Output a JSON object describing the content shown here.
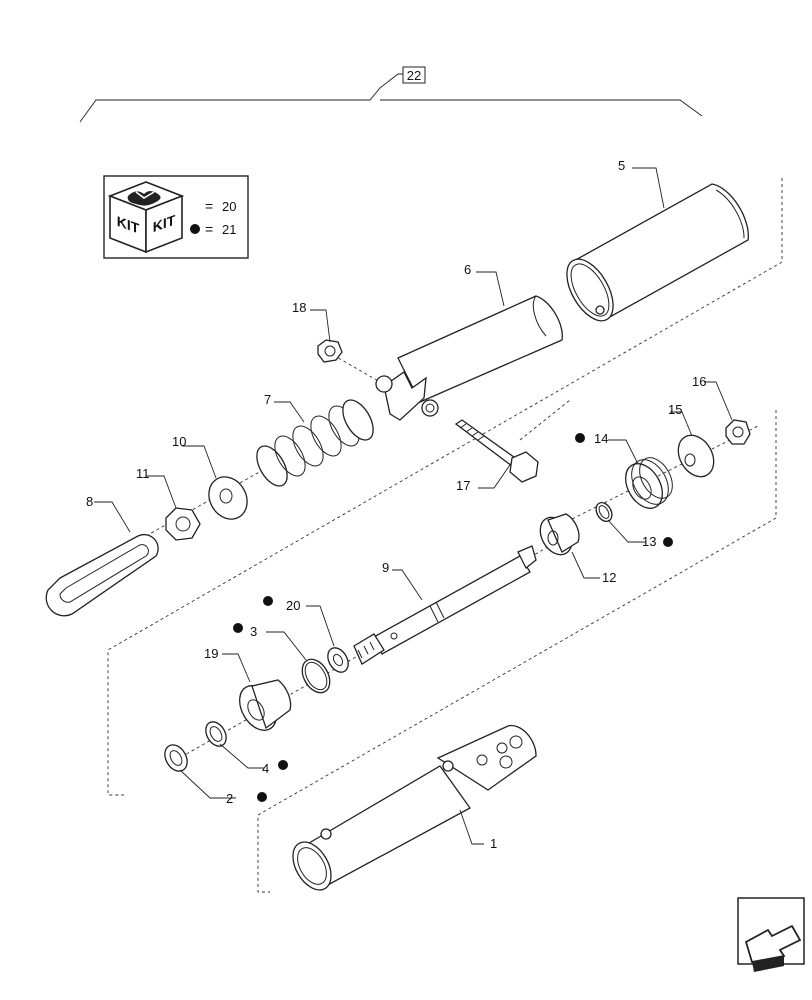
{
  "assembly_callout": "22",
  "kit_legend": {
    "kit_icon_labels": [
      "KIT",
      "KIT"
    ],
    "rows": [
      {
        "symbol": "=",
        "value": "20"
      },
      {
        "symbol": "● =",
        "value": "21"
      }
    ]
  },
  "parts": [
    {
      "number": "1",
      "kit_marker": false
    },
    {
      "number": "2",
      "kit_marker": true
    },
    {
      "number": "3",
      "kit_marker": true
    },
    {
      "number": "4",
      "kit_marker": true
    },
    {
      "number": "5",
      "kit_marker": false
    },
    {
      "number": "6",
      "kit_marker": false
    },
    {
      "number": "7",
      "kit_marker": false
    },
    {
      "number": "8",
      "kit_marker": false
    },
    {
      "number": "9",
      "kit_marker": false
    },
    {
      "number": "10",
      "kit_marker": false
    },
    {
      "number": "11",
      "kit_marker": false
    },
    {
      "number": "12",
      "kit_marker": false
    },
    {
      "number": "13",
      "kit_marker": true
    },
    {
      "number": "14",
      "kit_marker": true
    },
    {
      "number": "15",
      "kit_marker": false
    },
    {
      "number": "16",
      "kit_marker": false
    },
    {
      "number": "17",
      "kit_marker": false
    },
    {
      "number": "18",
      "kit_marker": false
    },
    {
      "number": "19",
      "kit_marker": false
    },
    {
      "number": "20",
      "kit_marker": true
    }
  ],
  "nav_icon": "back-arrow-icon"
}
